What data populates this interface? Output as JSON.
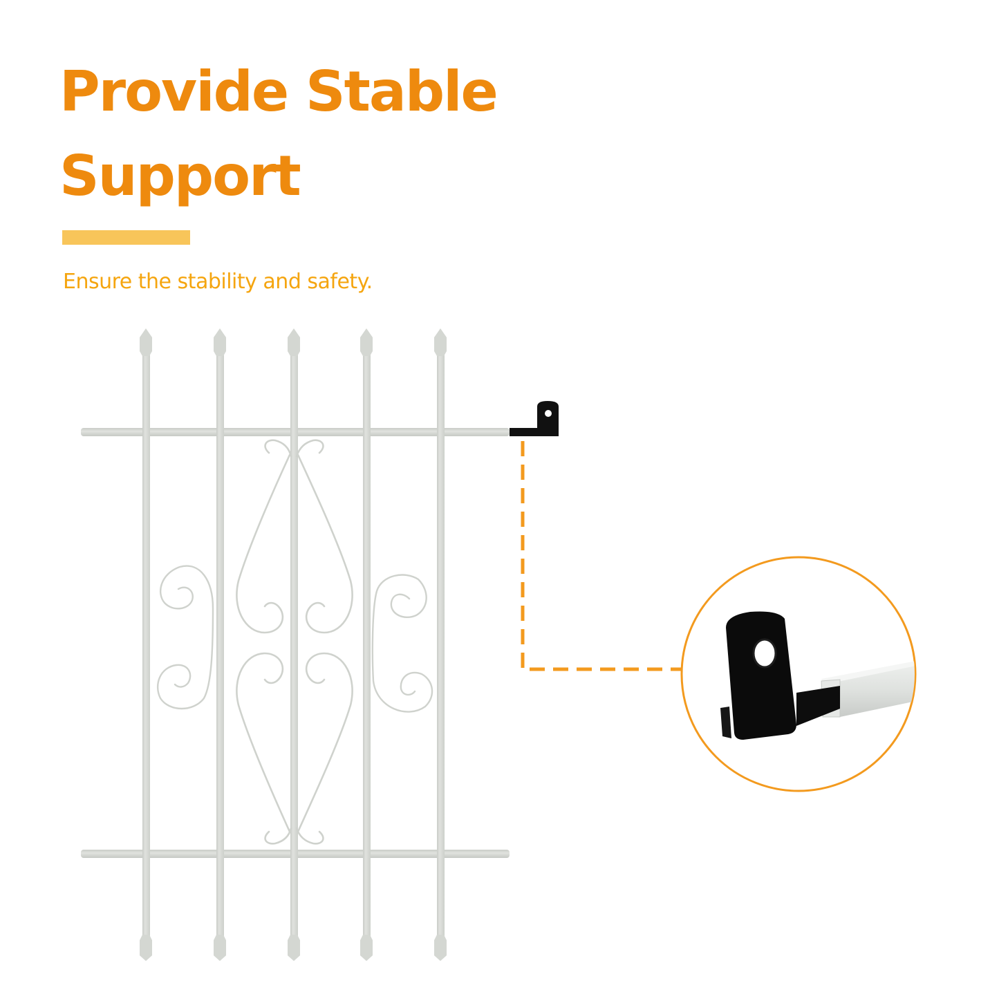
{
  "heading": {
    "line1": "Provide Stable",
    "line2": "Support"
  },
  "subtitle": "Ensure the stability and safety.",
  "colors": {
    "title": "#EE8A0E",
    "accent_bar": "#F8C55A",
    "subtitle": "#F5A50F",
    "callout": "#F39A1E",
    "grille": "#D9DCD7",
    "bracket": "#111111"
  },
  "product": {
    "name": "window security grille",
    "vertical_bars": 5,
    "horizontal_bars": 2,
    "detail": "black mounting bracket with screw hole"
  }
}
